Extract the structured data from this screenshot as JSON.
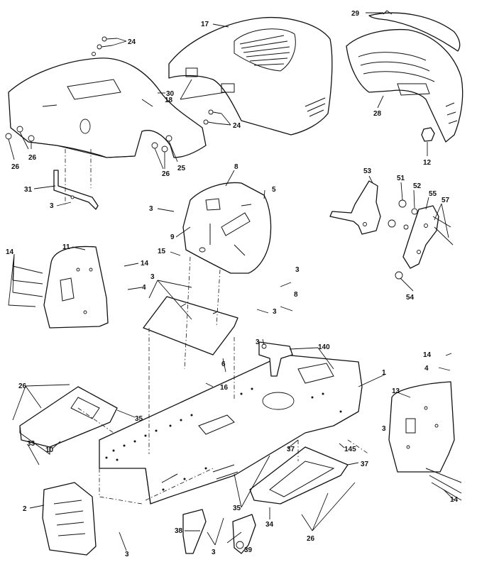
{
  "callouts": {
    "c1": "1",
    "c2": "2",
    "c3": "3",
    "c4": "4",
    "c5": "5",
    "c6": "6",
    "c8": "8",
    "c9": "9",
    "c10": "10",
    "c11": "11",
    "c12": "12",
    "c13": "13",
    "c14": "14",
    "c15": "15",
    "c16": "16",
    "c17": "17",
    "c18": "18",
    "c24": "24",
    "c25": "25",
    "c26": "26",
    "c28": "28",
    "c29": "29",
    "c30": "30",
    "c31": "31",
    "c33": "33",
    "c34": "34",
    "c35": "35",
    "c37": "37",
    "c38": "38",
    "c39": "39",
    "c51": "51",
    "c52": "52",
    "c53": "53",
    "c54": "54",
    "c55": "55",
    "c57": "57",
    "c140": "140",
    "c145": "145"
  }
}
